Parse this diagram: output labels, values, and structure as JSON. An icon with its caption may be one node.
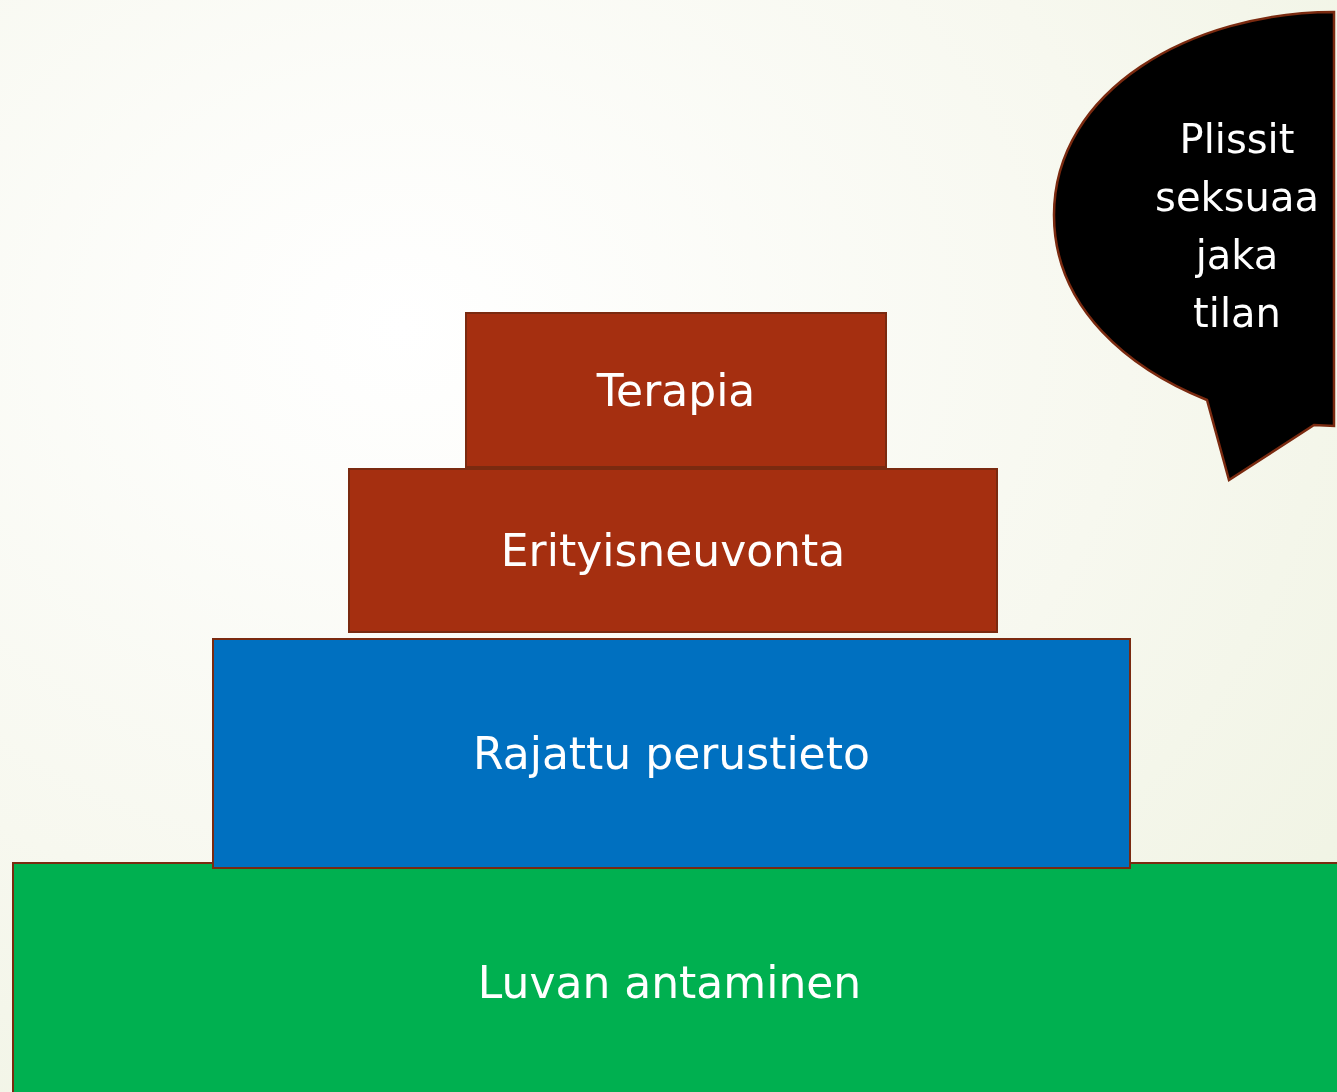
{
  "diagram": {
    "nodes": [
      {
        "text": [
          "Terapia"
        ]
      },
      {
        "text": [
          "Erityisneuvonta"
        ]
      },
      {
        "text": [
          "Rajattu perustieto"
        ]
      },
      {
        "text": [
          "Luvan antaminen"
        ]
      },
      {
        "text": [
          "Plissit seksuaa jaka tilan"
        ]
      }
    ]
  }
}
